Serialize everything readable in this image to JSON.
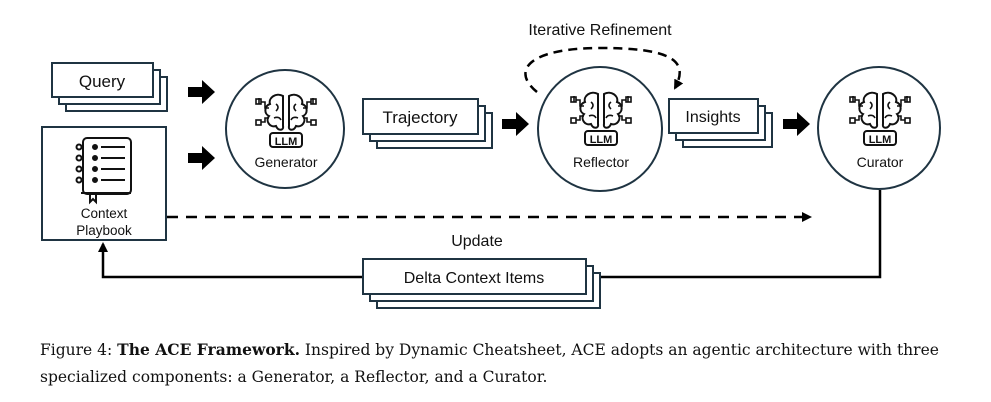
{
  "diagram": {
    "nodes": {
      "query": "Query",
      "playbook": "Context Playbook",
      "playbook_line1": "Context",
      "playbook_line2": "Playbook",
      "generator": "Generator",
      "trajectory": "Trajectory",
      "reflector": "Reflector",
      "insights": "Insights",
      "curator": "Curator",
      "delta": "Delta Context Items"
    },
    "llm_badge": "LLM",
    "edges": {
      "iterative": "Iterative Refinement",
      "update": "Update"
    },
    "icons": [
      "brain-circuit-icon",
      "notebook-icon"
    ],
    "colors": {
      "border": "#1f3442",
      "arrow": "#000000"
    }
  },
  "caption": {
    "label": "Figure 4:",
    "title": "The ACE Framework.",
    "text": "Inspired by Dynamic Cheatsheet, ACE adopts an agentic architecture with three specialized components: a Generator, a Reflector, and a Curator."
  }
}
